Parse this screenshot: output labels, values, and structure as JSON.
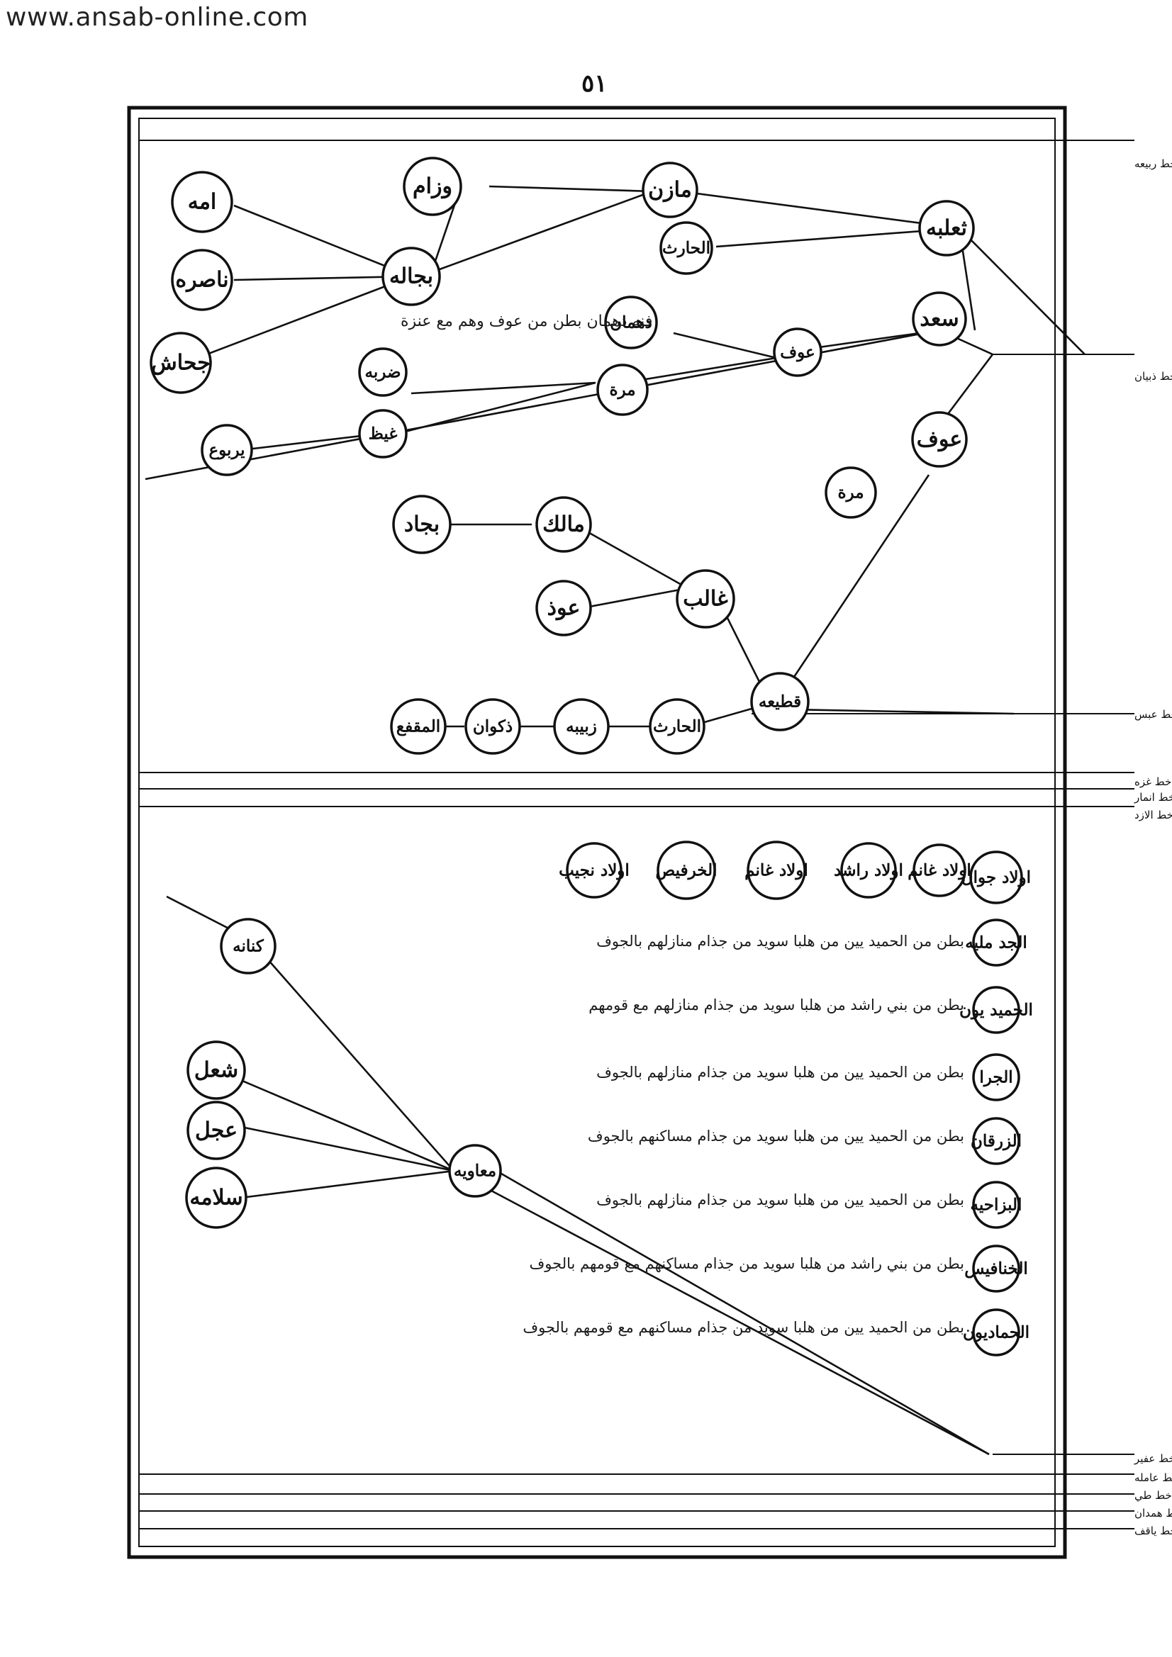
{
  "website": "www.ansab-online.com",
  "page_number": "٥١",
  "row_labels": [
    "خط ربيعه",
    "خط ذبيان",
    "خط عبس",
    "خط غزه",
    "خط انمار",
    "خط الازد",
    "خط عفير",
    "خط عامله",
    "خط طي",
    "خط همدان",
    "خط ياقف"
  ],
  "upper": {
    "nodes": {
      "thaalaba": "ثعلبه",
      "saad": "سعد",
      "awf_upper": "عوف",
      "mazin": "مازن",
      "harith_upper": "الحارث",
      "dahman": "دهمان",
      "murra_upper": "مرة",
      "wazzam": "وزام",
      "bajala": "بجاله",
      "umma": "امه",
      "nasira": "ناصره",
      "jahash": "جحاش",
      "darba": "ضربه",
      "ghayz": "غيظ",
      "yarbu": "يربوع",
      "awf_right": "عوف",
      "murra_right": "مرة",
      "malik": "مالك",
      "bajad": "بجاد",
      "ghalib": "غالب",
      "awadh": "عوذ",
      "qutaya": "قطيعه",
      "harith_lower": "الحارث",
      "zubayba": "زبيبه",
      "dhakwan": "ذكوان",
      "muqaffa": "المقفع"
    },
    "notes": {
      "dahman_note": "فنه دهمان بطن من عوف وهم مع عنزة"
    }
  },
  "lower": {
    "top_nodes": [
      "اولاد جوال",
      "اولاد غانم",
      "اولاد راشد",
      "اولاد غانم",
      "الخرفيص",
      "اولاد نجيب"
    ],
    "right_nodes": [
      "الجد مليه",
      "الحميد يون",
      "الجرا",
      "الزرقان",
      "البزاحيه",
      "الخنافيس",
      "الحماديون"
    ],
    "right_notes": [
      "بطن من الحميد يين من هلبا سويد من جذام منازلهم بالجوف",
      "بطن من بني راشد من هلبا سويد من جذام منازلهم مع قومهم",
      "بطن من الحميد يين من هلبا سويد من جذام منازلهم بالجوف",
      "بطن من الحميد يين من هلبا سويد من جذام مساكنهم بالجوف",
      "بطن من الحميد يين من هلبا سويد من جذام منازلهم بالجوف",
      "بطن من بني راشد من هلبا سويد من جذام مساكنهم مع قومهم بالجوف",
      "بطن من الحميد يين من هلبا سويد من جذام مساكنهم مع قومهم بالجوف"
    ],
    "nodes": {
      "kinana": "كنانه",
      "shaal": "شعل",
      "ajal": "عجل",
      "salama": "سلامه",
      "muawiya": "معاويه"
    }
  }
}
